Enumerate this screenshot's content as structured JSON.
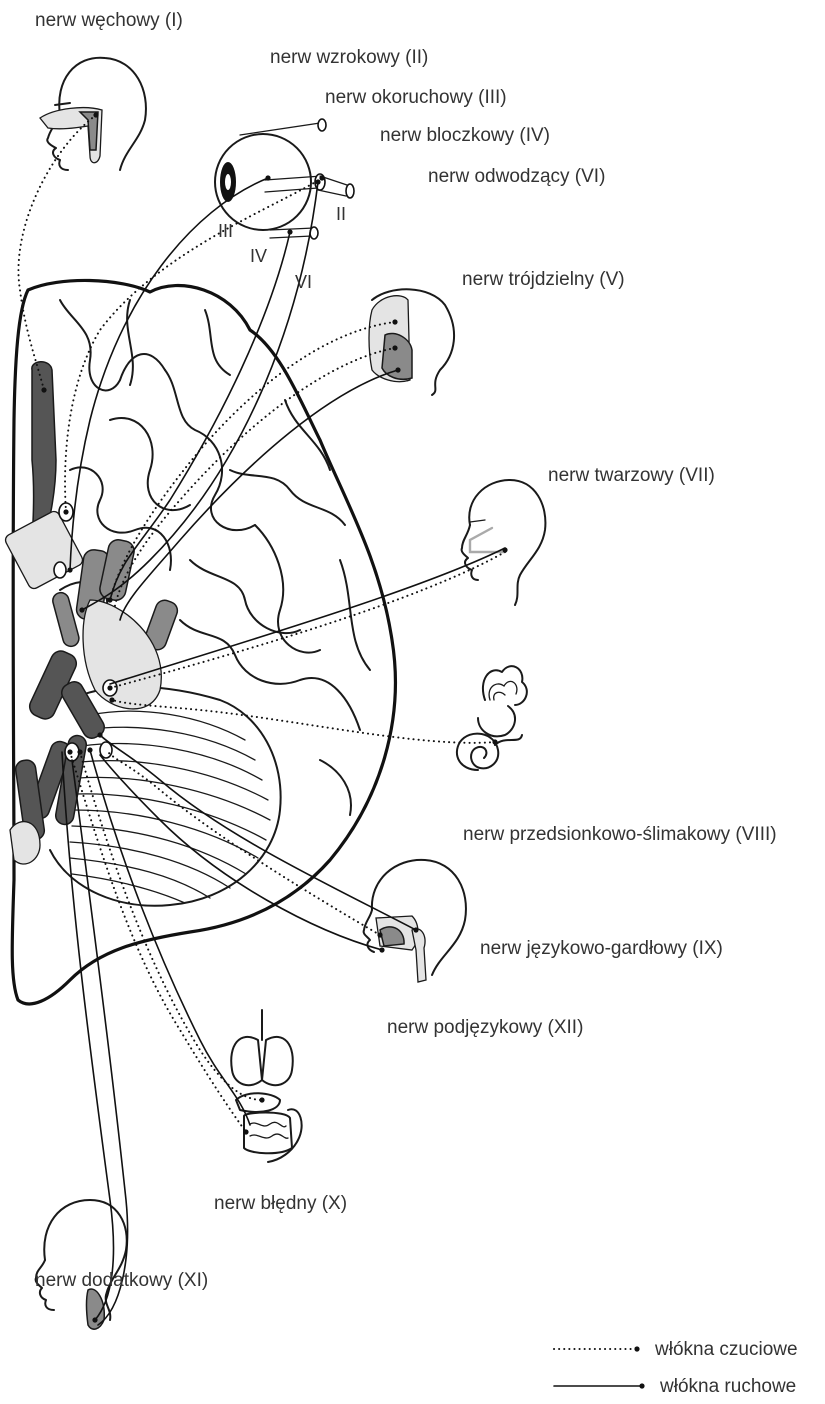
{
  "nerves": {
    "olfactory": "nerw węchowy (I)",
    "optic": "nerw wzrokowy (II)",
    "oculomotor": "nerw okoruchowy (III)",
    "trochlear": "nerw bloczkowy (IV)",
    "abducens": "nerw odwodzący (VI)",
    "trigeminal": "nerw trójdzielny (V)",
    "facial": "nerw twarzowy (VII)",
    "vestibulocochlear": "nerw przedsionkowo-ślimakowy (VIII)",
    "glossopharyngeal": "nerw językowo-gardłowy (IX)",
    "hypoglossal": "nerw podjęzykowy (XII)",
    "vagus": "nerw błędny (X)",
    "accessory": "nerw dodatkowy (XI)"
  },
  "eye_labels": {
    "ii": "II",
    "iii": "III",
    "iv": "IV",
    "vi": "VI"
  },
  "legend": {
    "sensory": "włókna czuciowe",
    "motor": "włókna ruchowe"
  }
}
